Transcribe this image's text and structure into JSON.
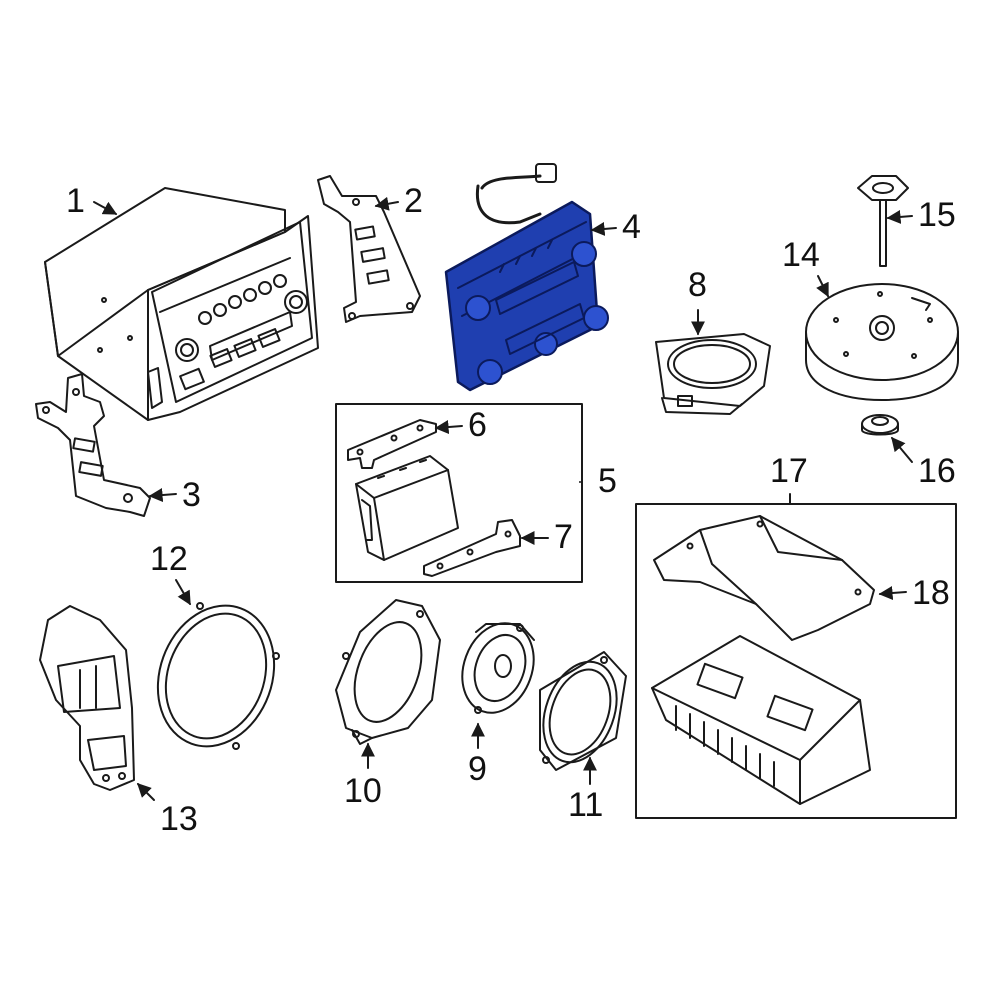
{
  "colors": {
    "line": "#1a1a1a",
    "background": "#ffffff",
    "highlight_fill": "#1f3fb0",
    "highlight_stroke": "#0b1a5c"
  },
  "callouts": {
    "c1": "1",
    "c2": "2",
    "c3": "3",
    "c4": "4",
    "c5": "5",
    "c6": "6",
    "c7": "7",
    "c8": "8",
    "c9": "9",
    "c10": "10",
    "c11": "11",
    "c12": "12",
    "c13": "13",
    "c14": "14",
    "c15": "15",
    "c16": "16",
    "c17": "17",
    "c18": "18"
  },
  "highlighted_part": "4"
}
